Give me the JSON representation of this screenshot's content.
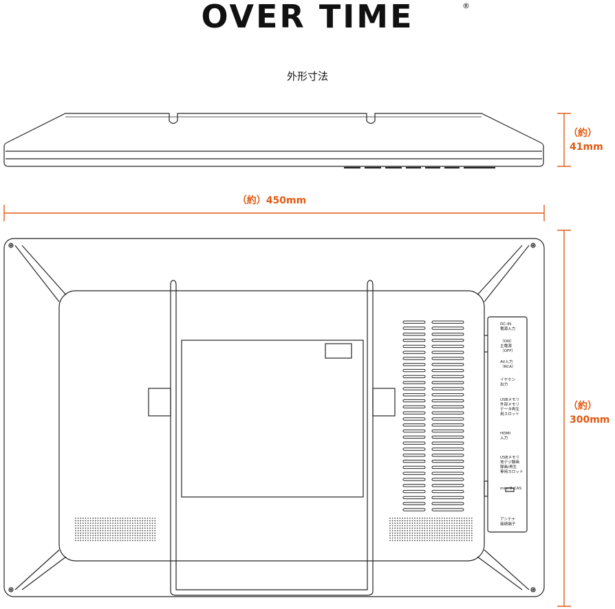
{
  "brand": {
    "name": "OVER TIME",
    "registered_mark": "®"
  },
  "subtitle": "外形寸法",
  "dimensions": {
    "depth": {
      "line1": "（約）",
      "line2": "41mm"
    },
    "width": "（約）450mm",
    "height": {
      "line1": "（約）",
      "line2": "300mm"
    }
  },
  "ports": [
    {
      "line1": "DC-IN",
      "line2": "電源入力"
    },
    {
      "line1": "（ON）",
      "line2": "主電源",
      "line3": "（OFF）"
    },
    {
      "line1": "AV入力",
      "line2": "（RCA）"
    },
    {
      "line1": "イヤホン",
      "line2": "出力"
    },
    {
      "line1": "USBメモリ",
      "line2": "外部メモリ",
      "line3": "データ再生",
      "line4": "用スロット"
    },
    {
      "line1": "HDMI",
      "line2": "入力"
    },
    {
      "line1": "USBメモリ",
      "line2": "地デジ録画",
      "line3": "録画/再生",
      "line4": "専用スロット"
    },
    {
      "line1": "mini B-CAS"
    },
    {
      "line1": "アンテナ",
      "line2": "接続端子"
    }
  ],
  "colors": {
    "accent": "#e05a12",
    "line": "#222222"
  }
}
